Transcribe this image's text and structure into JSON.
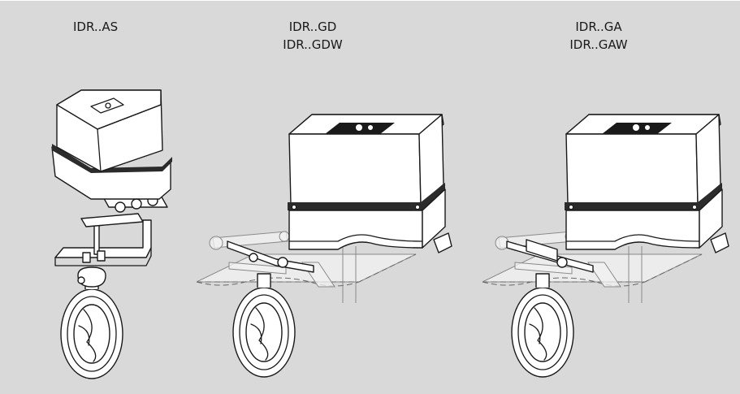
{
  "labels": {
    "as": "IDR..AS",
    "gd_line1": "IDR..GD",
    "gd_line2": "IDR..GDW",
    "ga_line1": "IDR..GA",
    "ga_line2": "IDR..GAW"
  },
  "colors": {
    "background": "#d9d9d9",
    "outline": "#1a1a1a",
    "ghost_outline": "#8a8a8a"
  }
}
